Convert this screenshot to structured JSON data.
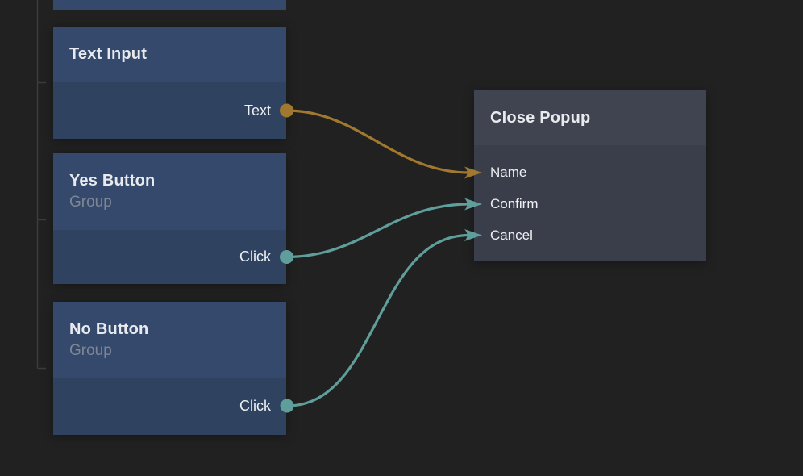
{
  "canvas": {
    "background": "#212121",
    "hierarchy_line_color": "#3c3c3c"
  },
  "colors": {
    "node_header_blue": "#34496b",
    "node_body_blue": "#2f425f",
    "node_header_gray": "#3f4450",
    "node_body_gray": "#3a3e4a",
    "wire_gold": "#a1792e",
    "wire_teal": "#5f9e9a",
    "title_text": "#e8eaed",
    "subtitle_text": "#7f8795"
  },
  "nodes": {
    "text_input": {
      "title": "Text Input",
      "ports": [
        {
          "label": "Text",
          "direction": "output",
          "color": "#a1792e"
        }
      ]
    },
    "yes_button": {
      "title": "Yes Button",
      "subtitle": "Group",
      "ports": [
        {
          "label": "Click",
          "direction": "output",
          "color": "#5f9e9a"
        }
      ]
    },
    "no_button": {
      "title": "No Button",
      "subtitle": "Group",
      "ports": [
        {
          "label": "Click",
          "direction": "output",
          "color": "#5f9e9a"
        }
      ]
    },
    "close_popup": {
      "title": "Close Popup",
      "ports": [
        {
          "label": "Name",
          "direction": "input",
          "color": "#a1792e"
        },
        {
          "label": "Confirm",
          "direction": "input",
          "color": "#5f9e9a"
        },
        {
          "label": "Cancel",
          "direction": "input",
          "color": "#5f9e9a"
        }
      ]
    }
  },
  "connections": [
    {
      "from_node": "Text Input",
      "from_port": "Text",
      "to_node": "Close Popup",
      "to_port": "Name",
      "color": "#a1792e"
    },
    {
      "from_node": "Yes Button",
      "from_port": "Click",
      "to_node": "Close Popup",
      "to_port": "Confirm",
      "color": "#5f9e9a"
    },
    {
      "from_node": "No Button",
      "from_port": "Click",
      "to_node": "Close Popup",
      "to_port": "Cancel",
      "color": "#5f9e9a"
    }
  ]
}
